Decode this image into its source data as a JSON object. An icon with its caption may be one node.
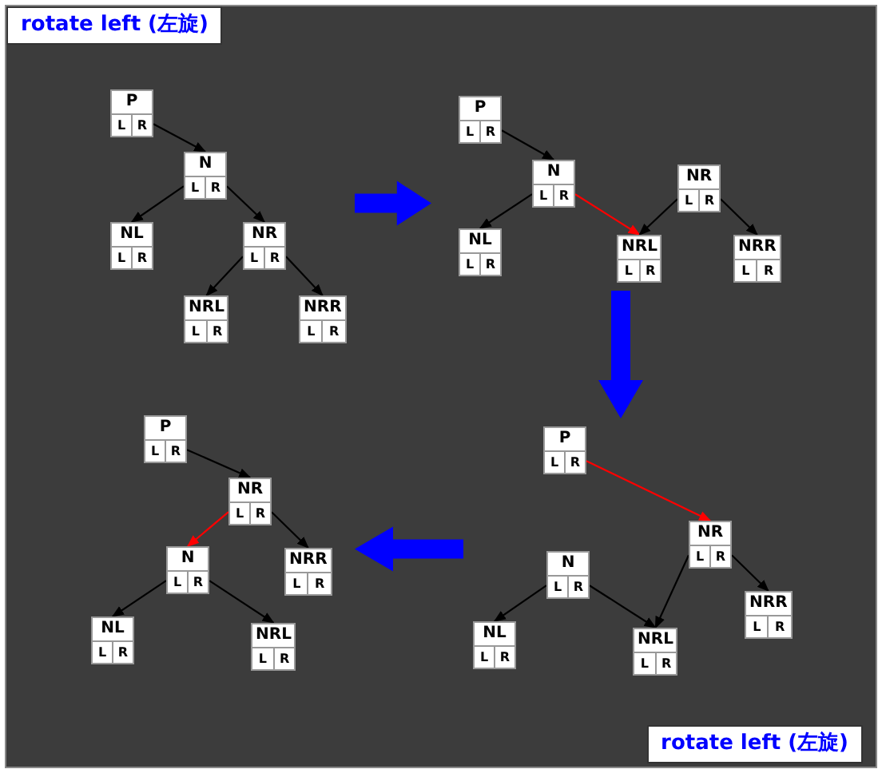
{
  "diagram": {
    "nodes": [
      {
        "text": [],
        "shape": "picture"
      },
      {
        "text": [],
        "shape": "picture"
      },
      {
        "text": [],
        "shape": "picture"
      },
      {
        "text": [],
        "shape": "picture"
      },
      {
        "text": [
          "P",
          "L",
          "R"
        ],
        "in": 0
      },
      {
        "text": [
          "N",
          "L",
          "R"
        ],
        "in": 0
      },
      {
        "text": [
          "NL",
          "L",
          "R"
        ],
        "in": 0
      },
      {
        "text": [
          "NR",
          "L",
          "R"
        ],
        "in": 0
      },
      {
        "text": [
          "NRL",
          "L",
          "R"
        ],
        "in": 0
      },
      {
        "text": [
          "NRR",
          "L",
          "R"
        ],
        "in": 0
      },
      {
        "text": [
          "P",
          "L",
          "R"
        ],
        "in": 1
      },
      {
        "text": [
          "N",
          "L",
          "R"
        ],
        "in": 1
      },
      {
        "text": [
          "NL",
          "L",
          "R"
        ],
        "in": 1
      },
      {
        "text": [
          "NR",
          "L",
          "R"
        ],
        "in": 1
      },
      {
        "text": [
          "NRL",
          "L",
          "R"
        ],
        "in": 1
      },
      {
        "text": [
          "NRR",
          "L",
          "R"
        ],
        "in": 1
      },
      {
        "text": [
          "P",
          "L",
          "R"
        ],
        "in": 2
      },
      {
        "text": [
          "NR",
          "L",
          "R"
        ],
        "in": 2
      },
      {
        "text": [
          "N",
          "L",
          "R"
        ],
        "in": 2
      },
      {
        "text": [
          "NRR",
          "L",
          "R"
        ],
        "in": 2
      },
      {
        "text": [
          "NL",
          "L",
          "R"
        ],
        "in": 2
      },
      {
        "text": [
          "NRL",
          "L",
          "R"
        ],
        "in": 2
      },
      {
        "text": [
          "P",
          "L",
          "R"
        ],
        "in": 3
      },
      {
        "text": [
          "NR",
          "L",
          "R"
        ],
        "in": 3
      },
      {
        "text": [
          "N",
          "L",
          "R"
        ],
        "in": 3
      },
      {
        "text": [
          "NRR",
          "L",
          "R"
        ],
        "in": 3
      },
      {
        "text": [
          "NL",
          "L",
          "R"
        ],
        "in": 3
      },
      {
        "text": [
          "NRL",
          "L",
          "R"
        ],
        "in": 3
      }
    ],
    "edges": [
      {
        "from": 4,
        "to": 5,
        "arrow": "to"
      },
      {
        "from": 5,
        "to": 6,
        "arrow": "to"
      },
      {
        "from": 5,
        "to": 7,
        "arrow": "to"
      },
      {
        "from": 7,
        "to": 8,
        "arrow": "to"
      },
      {
        "from": 7,
        "to": 9,
        "arrow": "to"
      },
      {
        "from": 10,
        "to": 11,
        "arrow": "to"
      },
      {
        "from": 11,
        "to": 12,
        "arrow": "to"
      },
      {
        "from": 11,
        "to": 14,
        "arrow": "to",
        "color": "#ff0000"
      },
      {
        "from": 13,
        "to": 14,
        "arrow": "to"
      },
      {
        "from": 13,
        "to": 15,
        "arrow": "to"
      },
      {
        "from": 16,
        "to": 17,
        "arrow": "to",
        "color": "#ff0000"
      },
      {
        "from": 17,
        "to": 21,
        "arrow": "to"
      },
      {
        "from": 17,
        "to": 19,
        "arrow": "to"
      },
      {
        "from": 18,
        "to": 20,
        "arrow": "to"
      },
      {
        "from": 18,
        "to": 21,
        "arrow": "to"
      },
      {
        "from": 22,
        "to": 23,
        "arrow": "to"
      },
      {
        "from": 23,
        "to": 24,
        "arrow": "to",
        "color": "#ff0000"
      },
      {
        "from": 23,
        "to": 25,
        "arrow": "to"
      },
      {
        "from": 24,
        "to": 26,
        "arrow": "to"
      },
      {
        "from": 24,
        "to": 27,
        "arrow": "to"
      },
      {
        "from": 0,
        "to": 1,
        "arrow": "to",
        "style": "thick",
        "color": "#0000ff"
      },
      {
        "from": 1,
        "to": 2,
        "arrow": "to",
        "style": "thick",
        "color": "#0000ff"
      },
      {
        "from": 2,
        "to": 3,
        "arrow": "to",
        "style": "thick",
        "color": "#0000ff"
      }
    ],
    "labels": [
      "rotate left (左旋)",
      "rotate left (左旋)"
    ]
  }
}
